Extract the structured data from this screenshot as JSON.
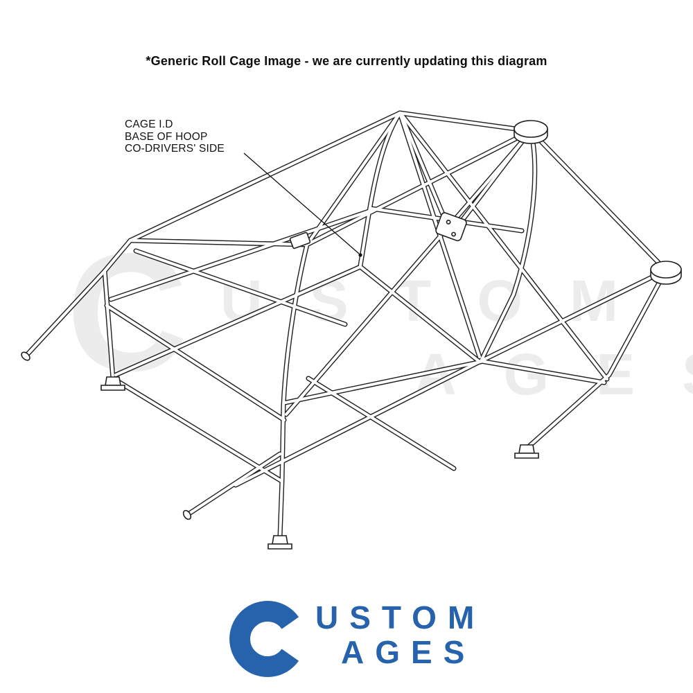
{
  "note": {
    "text": "*Generic Roll Cage Image - we are currently updating this diagram"
  },
  "callout": {
    "line1": "CAGE I.D",
    "line2": "BASE OF HOOP",
    "line3": "CO-DRIVERS' SIDE"
  },
  "watermark": {
    "c": "C",
    "line1": "USTOM",
    "line2": "AGES"
  },
  "logo": {
    "line1": "USTOM",
    "line2": "AGES"
  },
  "colors": {
    "logo_blue": "#2763ad",
    "watermark_gray": "#ececec",
    "line_art": "#1f1f1f",
    "background": "#ffffff"
  }
}
